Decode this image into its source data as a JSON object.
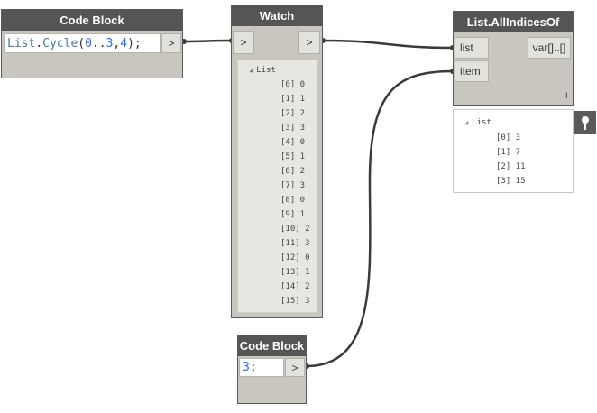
{
  "code_block_1": {
    "title": "Code Block",
    "code": {
      "kw": "List",
      "dot": ".",
      "fn": "Cycle",
      "open": "(",
      "n1": "0",
      "range": "..",
      "n2": "3",
      "comma": ",",
      "n3": "4",
      "close": ");"
    },
    "output_port": ">"
  },
  "watch": {
    "title": "Watch",
    "input_port": ">",
    "output_port": ">",
    "list_label": "List",
    "items": [
      "[0] 0",
      "[1] 1",
      "[2] 2",
      "[3] 3",
      "[4] 0",
      "[5] 1",
      "[6] 2",
      "[7] 3",
      "[8] 0",
      "[9] 1",
      "[10] 2",
      "[11] 3",
      "[12] 0",
      "[13] 1",
      "[14] 2",
      "[15] 3"
    ]
  },
  "all_indices": {
    "title": "List.AllIndicesOf",
    "input_list": "list",
    "input_item": "item",
    "output_port": "var[]..[]",
    "lacing_mark": "I",
    "result_label": "List",
    "results": [
      "[0] 3",
      "[1] 7",
      "[2] 11",
      "[3] 15"
    ]
  },
  "code_block_2": {
    "title": "Code Block",
    "code": {
      "num": "3",
      "end": ";"
    },
    "output_port": ">"
  },
  "icons": {
    "pin": "pin-icon",
    "expand": "triangle-expand-icon"
  }
}
